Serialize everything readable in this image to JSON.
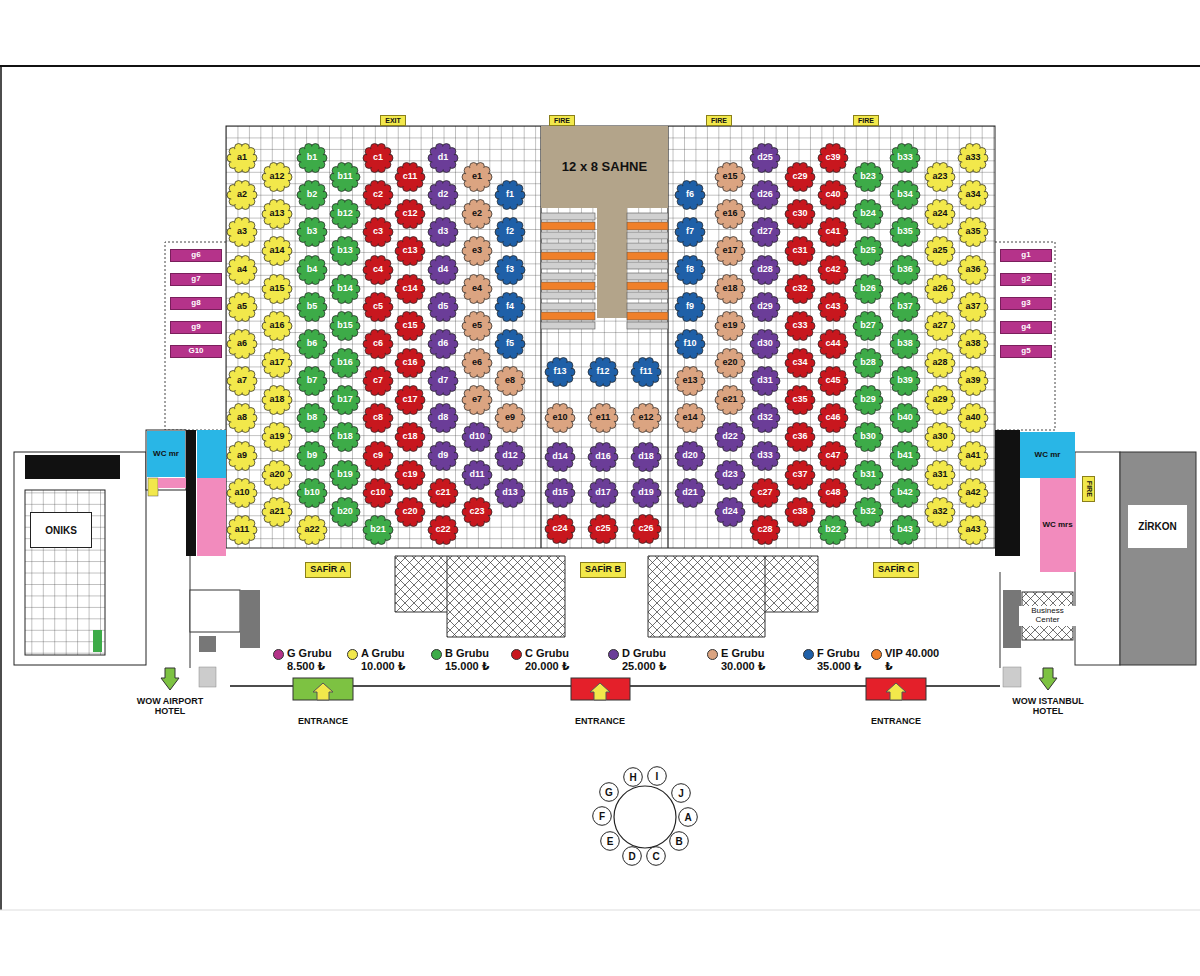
{
  "diagram": {
    "nodes": [
      {
        "text": [
          "EXIT"
        ]
      },
      {
        "text": [
          "FIRE"
        ]
      },
      {
        "text": [
          "FIRE"
        ]
      },
      {
        "text": [
          "FIRE"
        ]
      },
      {
        "text": [
          "12 x 8 SAHNE"
        ]
      },
      {
        "text": [
          "g6"
        ]
      },
      {
        "text": [
          "g7"
        ]
      },
      {
        "text": [
          "g8"
        ]
      },
      {
        "text": [
          "g9"
        ]
      },
      {
        "text": [
          "G10"
        ]
      },
      {
        "text": [
          "g1"
        ]
      },
      {
        "text": [
          "g2"
        ]
      },
      {
        "text": [
          "g3"
        ]
      },
      {
        "text": [
          "g4"
        ]
      },
      {
        "text": [
          "g5"
        ]
      },
      {
        "text": [
          "a1"
        ]
      },
      {
        "text": [
          "a2"
        ]
      },
      {
        "text": [
          "a3"
        ]
      },
      {
        "text": [
          "a4"
        ]
      },
      {
        "text": [
          "a5"
        ]
      },
      {
        "text": [
          "a6"
        ]
      },
      {
        "text": [
          "a7"
        ]
      },
      {
        "text": [
          "a8"
        ]
      },
      {
        "text": [
          "a9"
        ]
      },
      {
        "text": [
          "a10"
        ]
      },
      {
        "text": [
          "a11"
        ]
      },
      {
        "text": [
          "a12"
        ]
      },
      {
        "text": [
          "a13"
        ]
      },
      {
        "text": [
          "a14"
        ]
      },
      {
        "text": [
          "a15"
        ]
      },
      {
        "text": [
          "a16"
        ]
      },
      {
        "text": [
          "a17"
        ]
      },
      {
        "text": [
          "a18"
        ]
      },
      {
        "text": [
          "a19"
        ]
      },
      {
        "text": [
          "a20"
        ]
      },
      {
        "text": [
          "a21"
        ]
      },
      {
        "text": [
          "b1"
        ]
      },
      {
        "text": [
          "b2"
        ]
      },
      {
        "text": [
          "b3"
        ]
      },
      {
        "text": [
          "b4"
        ]
      },
      {
        "text": [
          "b5"
        ]
      },
      {
        "text": [
          "b6"
        ]
      },
      {
        "text": [
          "b7"
        ]
      },
      {
        "text": [
          "b8"
        ]
      },
      {
        "text": [
          "b9"
        ]
      },
      {
        "text": [
          "b10"
        ]
      },
      {
        "text": [
          "a22"
        ]
      },
      {
        "text": [
          "b11"
        ]
      },
      {
        "text": [
          "b12"
        ]
      },
      {
        "text": [
          "b13"
        ]
      },
      {
        "text": [
          "b14"
        ]
      },
      {
        "text": [
          "b15"
        ]
      },
      {
        "text": [
          "b16"
        ]
      },
      {
        "text": [
          "b17"
        ]
      },
      {
        "text": [
          "b18"
        ]
      },
      {
        "text": [
          "b19"
        ]
      },
      {
        "text": [
          "b20"
        ]
      },
      {
        "text": [
          "c1"
        ]
      },
      {
        "text": [
          "c2"
        ]
      },
      {
        "text": [
          "c3"
        ]
      },
      {
        "text": [
          "c4"
        ]
      },
      {
        "text": [
          "c5"
        ]
      },
      {
        "text": [
          "c6"
        ]
      },
      {
        "text": [
          "c7"
        ]
      },
      {
        "text": [
          "c8"
        ]
      },
      {
        "text": [
          "c9"
        ]
      },
      {
        "text": [
          "c10"
        ]
      },
      {
        "text": [
          "b21"
        ]
      },
      {
        "text": [
          "c11"
        ]
      },
      {
        "text": [
          "c12"
        ]
      },
      {
        "text": [
          "c13"
        ]
      },
      {
        "text": [
          "c14"
        ]
      },
      {
        "text": [
          "c15"
        ]
      },
      {
        "text": [
          "c16"
        ]
      },
      {
        "text": [
          "c17"
        ]
      },
      {
        "text": [
          "c18"
        ]
      },
      {
        "text": [
          "c19"
        ]
      },
      {
        "text": [
          "c20"
        ]
      },
      {
        "text": [
          "d1"
        ]
      },
      {
        "text": [
          "d2"
        ]
      },
      {
        "text": [
          "d3"
        ]
      },
      {
        "text": [
          "d4"
        ]
      },
      {
        "text": [
          "d5"
        ]
      },
      {
        "text": [
          "d6"
        ]
      },
      {
        "text": [
          "d7"
        ]
      },
      {
        "text": [
          "d8"
        ]
      },
      {
        "text": [
          "d9"
        ]
      },
      {
        "text": [
          "c21"
        ]
      },
      {
        "text": [
          "c22"
        ]
      },
      {
        "text": [
          "e1"
        ]
      },
      {
        "text": [
          "e2"
        ]
      },
      {
        "text": [
          "e3"
        ]
      },
      {
        "text": [
          "e4"
        ]
      },
      {
        "text": [
          "e5"
        ]
      },
      {
        "text": [
          "e6"
        ]
      },
      {
        "text": [
          "e7"
        ]
      },
      {
        "text": [
          "d10"
        ]
      },
      {
        "text": [
          "d11"
        ]
      },
      {
        "text": [
          "c23"
        ]
      },
      {
        "text": [
          "f1"
        ]
      },
      {
        "text": [
          "f2"
        ]
      },
      {
        "text": [
          "f3"
        ]
      },
      {
        "text": [
          "f4"
        ]
      },
      {
        "text": [
          "f5"
        ]
      },
      {
        "text": [
          "e8"
        ]
      },
      {
        "text": [
          "e9"
        ]
      },
      {
        "text": [
          "d12"
        ]
      },
      {
        "text": [
          "d13"
        ]
      },
      {
        "text": [
          "f13"
        ]
      },
      {
        "text": [
          "f12"
        ]
      },
      {
        "text": [
          "f11"
        ]
      },
      {
        "text": [
          "e10"
        ]
      },
      {
        "text": [
          "e11"
        ]
      },
      {
        "text": [
          "e12"
        ]
      },
      {
        "text": [
          "d14"
        ]
      },
      {
        "text": [
          "d16"
        ]
      },
      {
        "text": [
          "d18"
        ]
      },
      {
        "text": [
          "d15"
        ]
      },
      {
        "text": [
          "d17"
        ]
      },
      {
        "text": [
          "d19"
        ]
      },
      {
        "text": [
          "c24"
        ]
      },
      {
        "text": [
          "c25"
        ]
      },
      {
        "text": [
          "c26"
        ]
      },
      {
        "text": [
          "f6"
        ]
      },
      {
        "text": [
          "f7"
        ]
      },
      {
        "text": [
          "f8"
        ]
      },
      {
        "text": [
          "f9"
        ]
      },
      {
        "text": [
          "f10"
        ]
      },
      {
        "text": [
          "e13"
        ]
      },
      {
        "text": [
          "e14"
        ]
      },
      {
        "text": [
          "d20"
        ]
      },
      {
        "text": [
          "d21"
        ]
      },
      {
        "text": [
          "e15"
        ]
      },
      {
        "text": [
          "e16"
        ]
      },
      {
        "text": [
          "e17"
        ]
      },
      {
        "text": [
          "e18"
        ]
      },
      {
        "text": [
          "e19"
        ]
      },
      {
        "text": [
          "e20"
        ]
      },
      {
        "text": [
          "e21"
        ]
      },
      {
        "text": [
          "d22"
        ]
      },
      {
        "text": [
          "d23"
        ]
      },
      {
        "text": [
          "d24"
        ]
      },
      {
        "text": [
          "d25"
        ]
      },
      {
        "text": [
          "d26"
        ]
      },
      {
        "text": [
          "d27"
        ]
      },
      {
        "text": [
          "d28"
        ]
      },
      {
        "text": [
          "d29"
        ]
      },
      {
        "text": [
          "d30"
        ]
      },
      {
        "text": [
          "d31"
        ]
      },
      {
        "text": [
          "d32"
        ]
      },
      {
        "text": [
          "d33"
        ]
      },
      {
        "text": [
          "c27"
        ]
      },
      {
        "text": [
          "c28"
        ]
      },
      {
        "text": [
          "c29"
        ]
      },
      {
        "text": [
          "c30"
        ]
      },
      {
        "text": [
          "c31"
        ]
      },
      {
        "text": [
          "c32"
        ]
      },
      {
        "text": [
          "c33"
        ]
      },
      {
        "text": [
          "c34"
        ]
      },
      {
        "text": [
          "c35"
        ]
      },
      {
        "text": [
          "c36"
        ]
      },
      {
        "text": [
          "c37"
        ]
      },
      {
        "text": [
          "c38"
        ]
      },
      {
        "text": [
          "c39"
        ]
      },
      {
        "text": [
          "c40"
        ]
      },
      {
        "text": [
          "c41"
        ]
      },
      {
        "text": [
          "c42"
        ]
      },
      {
        "text": [
          "c43"
        ]
      },
      {
        "text": [
          "c44"
        ]
      },
      {
        "text": [
          "c45"
        ]
      },
      {
        "text": [
          "c46"
        ]
      },
      {
        "text": [
          "c47"
        ]
      },
      {
        "text": [
          "c48"
        ]
      },
      {
        "text": [
          "b22"
        ]
      },
      {
        "text": [
          "b23"
        ]
      },
      {
        "text": [
          "b24"
        ]
      },
      {
        "text": [
          "b25"
        ]
      },
      {
        "text": [
          "b26"
        ]
      },
      {
        "text": [
          "b27"
        ]
      },
      {
        "text": [
          "b28"
        ]
      },
      {
        "text": [
          "b29"
        ]
      },
      {
        "text": [
          "b30"
        ]
      },
      {
        "text": [
          "b31"
        ]
      },
      {
        "text": [
          "b32"
        ]
      },
      {
        "text": [
          "b33"
        ]
      },
      {
        "text": [
          "b34"
        ]
      },
      {
        "text": [
          "b35"
        ]
      },
      {
        "text": [
          "b36"
        ]
      },
      {
        "text": [
          "b37"
        ]
      },
      {
        "text": [
          "b38"
        ]
      },
      {
        "text": [
          "b39"
        ]
      },
      {
        "text": [
          "b40"
        ]
      },
      {
        "text": [
          "b41"
        ]
      },
      {
        "text": [
          "b42"
        ]
      },
      {
        "text": [
          "b43"
        ]
      },
      {
        "text": [
          "a23"
        ]
      },
      {
        "text": [
          "a24"
        ]
      },
      {
        "text": [
          "a25"
        ]
      },
      {
        "text": [
          "a26"
        ]
      },
      {
        "text": [
          "a27"
        ]
      },
      {
        "text": [
          "a28"
        ]
      },
      {
        "text": [
          "a29"
        ]
      },
      {
        "text": [
          "a30"
        ]
      },
      {
        "text": [
          "a31"
        ]
      },
      {
        "text": [
          "a32"
        ]
      },
      {
        "text": [
          "a33"
        ]
      },
      {
        "text": [
          "a34"
        ]
      },
      {
        "text": [
          "a35"
        ]
      },
      {
        "text": [
          "a36"
        ]
      },
      {
        "text": [
          "a37"
        ]
      },
      {
        "text": [
          "a38"
        ]
      },
      {
        "text": [
          "a39"
        ]
      },
      {
        "text": [
          "a40"
        ]
      },
      {
        "text": [
          "a41"
        ]
      },
      {
        "text": [
          "a42"
        ]
      },
      {
        "text": [
          "a43"
        ]
      },
      {
        "text": [
          "WC mr"
        ]
      },
      {
        "text": [
          "ONIKS"
        ]
      },
      {
        "text": [
          "WC mr"
        ]
      },
      {
        "text": [
          "WC mrs"
        ]
      },
      {
        "text": [
          "FIRE"
        ]
      },
      {
        "text": [
          "ZİRKON"
        ]
      },
      {
        "text": [
          "Business Center"
        ]
      },
      {
        "text": [
          "SAFİR A"
        ]
      },
      {
        "text": [
          "SAFİR B"
        ]
      },
      {
        "text": [
          "SAFİR C"
        ]
      },
      {
        "text": [
          "H"
        ]
      },
      {
        "text": [
          "I"
        ]
      },
      {
        "text": [
          "J"
        ]
      },
      {
        "text": [
          "A"
        ]
      },
      {
        "text": [
          "B"
        ]
      },
      {
        "text": [
          "C"
        ]
      },
      {
        "text": [
          "D"
        ]
      },
      {
        "text": [
          "E"
        ]
      },
      {
        "text": [
          "F"
        ]
      },
      {
        "text": [
          "G"
        ]
      }
    ],
    "labels": [
      "ENTRANCE",
      "ENTRANCE",
      "ENTRANCE",
      "WOW AIRPORT HOTEL",
      "WOW ISTANBUL HOTEL"
    ],
    "legend": [
      {
        "text": "G Grubu 8.500 ₺",
        "color": "#b5338a"
      },
      {
        "text": "A Grubu 10.000 ₺",
        "color": "#f2e84b"
      },
      {
        "text": "B Grubu 15.000 ₺",
        "color": "#3dab48"
      },
      {
        "text": "C Grubu 20.000 ₺",
        "color": "#c8171e"
      },
      {
        "text": "D Grubu 25.000 ₺",
        "color": "#6b3d98"
      },
      {
        "text": "E Grubu 30.000 ₺",
        "color": "#dba481"
      },
      {
        "text": "F Grubu 35.000 ₺",
        "color": "#1f60a8"
      },
      {
        "text": "VIP 40.000 ₺",
        "color": "#f0802a"
      }
    ]
  }
}
